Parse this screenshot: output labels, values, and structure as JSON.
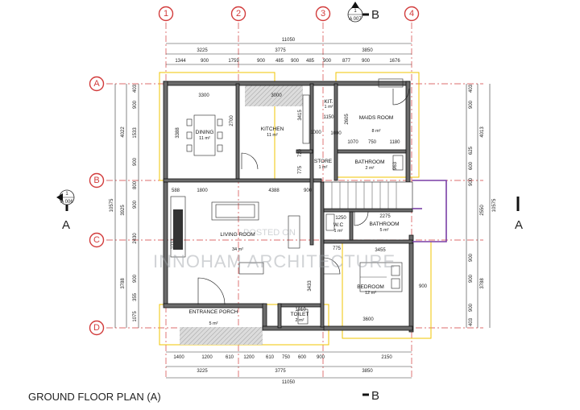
{
  "title": "GROUND FLOOR PLAN (A)",
  "watermark": {
    "posted": "POSTED ON",
    "brand": "INNOHAM ARCHITECTURE"
  },
  "grid_columns": [
    "1",
    "2",
    "3",
    "4"
  ],
  "grid_rows": [
    "A",
    "B",
    "C",
    "D"
  ],
  "section_marks": {
    "top": {
      "letter": "B",
      "num": "1",
      "sheet": "A 007"
    },
    "bottom": {
      "letter": "B"
    },
    "left": {
      "letter": "A",
      "num": "1",
      "sheet": "A 006"
    },
    "right": {
      "letter": "A"
    }
  },
  "dims_top": {
    "overall": "11050",
    "row2": [
      "3225",
      "3775",
      "3850"
    ],
    "row3": [
      "1344",
      "900",
      "1759",
      "900",
      "485",
      "900",
      "485",
      "900",
      "877",
      "900",
      "1676"
    ]
  },
  "dims_bottom": {
    "row1": [
      "1400",
      "1200",
      "610",
      "1200",
      "610",
      "750",
      "600",
      "900",
      "2150"
    ],
    "row2": [
      "3225",
      "3775",
      "3850"
    ],
    "overall": "11050"
  },
  "dims_left": {
    "overall": "10575",
    "row2": [
      "4022",
      "3925",
      "3788"
    ],
    "row3": [
      "403",
      "900",
      "1533",
      "900",
      "800",
      "900",
      "2430",
      "900",
      "355",
      "1075"
    ]
  },
  "dims_right": {
    "overall": "10575",
    "row2": [
      "4013",
      "2550",
      "3788"
    ],
    "row3": [
      "403",
      "900",
      "625",
      "600",
      "900",
      "900",
      "900",
      "900",
      "403"
    ]
  },
  "rooms": [
    {
      "name": "DINING",
      "area": "11 m²"
    },
    {
      "name": "KITCHEN",
      "area": "11 m²"
    },
    {
      "name": "KIT.",
      "area": "1 m²"
    },
    {
      "name": "MAIDS ROOM",
      "area": "8 m²"
    },
    {
      "name": "STORE",
      "area": "1 m²"
    },
    {
      "name": "BATHROOM",
      "area": "2 m²"
    },
    {
      "name": "LIVING ROOM",
      "area": "34 m²"
    },
    {
      "name": "W.C",
      "area": "1 m²"
    },
    {
      "name": "BATHROOM",
      "area": "5 m²"
    },
    {
      "name": "BEDROOM",
      "area": "12 m²"
    },
    {
      "name": "ENTRANCE PORCH",
      "area": "5 m²"
    },
    {
      "name": "TOILET",
      "area": "2 m²"
    }
  ],
  "interior_dims": [
    "3300",
    "3000",
    "3388",
    "2700",
    "3415",
    "1150",
    "2605",
    "1000",
    "720",
    "775",
    "1070",
    "750",
    "1180",
    "963",
    "588",
    "1800",
    "4388",
    "900",
    "1250",
    "2275",
    "3455",
    "1033",
    "3433",
    "1810",
    "3600",
    "900",
    "775",
    "1000"
  ]
}
